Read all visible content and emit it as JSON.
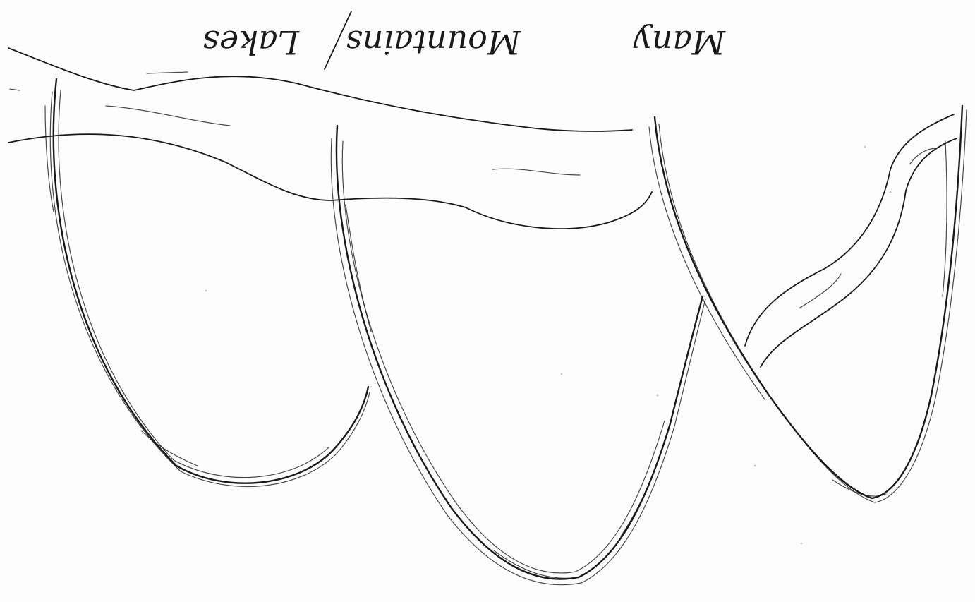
{
  "labels": {
    "word_1": "Many",
    "word_2": "Mountains",
    "separator": "/",
    "word_3": "Lakes"
  },
  "colors": {
    "ink": "#1a1a1a",
    "paper": "#fdfdfd"
  }
}
